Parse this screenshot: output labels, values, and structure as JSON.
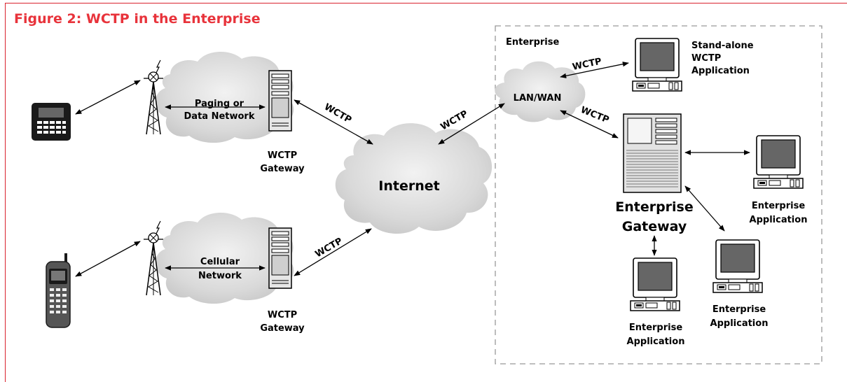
{
  "title": "Figure 2: WCTP in the Enterprise",
  "colors": {
    "accent": "#e8333b",
    "cloud": "#d4d4d4",
    "device": "#1a1a1a",
    "screen": "#666666"
  },
  "networks": {
    "paging": [
      "Paging or",
      "Data Network"
    ],
    "cellular": [
      "Cellular",
      "Network"
    ],
    "internet": "Internet",
    "lanwan": "LAN/WAN"
  },
  "gateways": {
    "top": [
      "WCTP",
      "Gateway"
    ],
    "bottom": [
      "WCTP",
      "Gateway"
    ],
    "enterprise": [
      "Enterprise",
      "Gateway"
    ]
  },
  "enterprise": {
    "label": "Enterprise",
    "standalone": [
      "Stand-alone",
      "WCTP",
      "Application"
    ],
    "app_right": [
      "Enterprise",
      "Application"
    ],
    "app_middle": [
      "Enterprise",
      "Application"
    ],
    "app_bottom": [
      "Enterprise",
      "Application"
    ]
  },
  "protocol": {
    "gw_top_internet": "WCTP",
    "gw_bottom_internet": "WCTP",
    "internet_lan": "WCTP",
    "lan_standalone": "WCTP",
    "lan_gateway": "WCTP"
  },
  "icons": [
    "pager-icon",
    "cellphone-icon",
    "antenna-tower-icon",
    "server-icon",
    "desktop-computer-icon",
    "cloud-icon"
  ]
}
